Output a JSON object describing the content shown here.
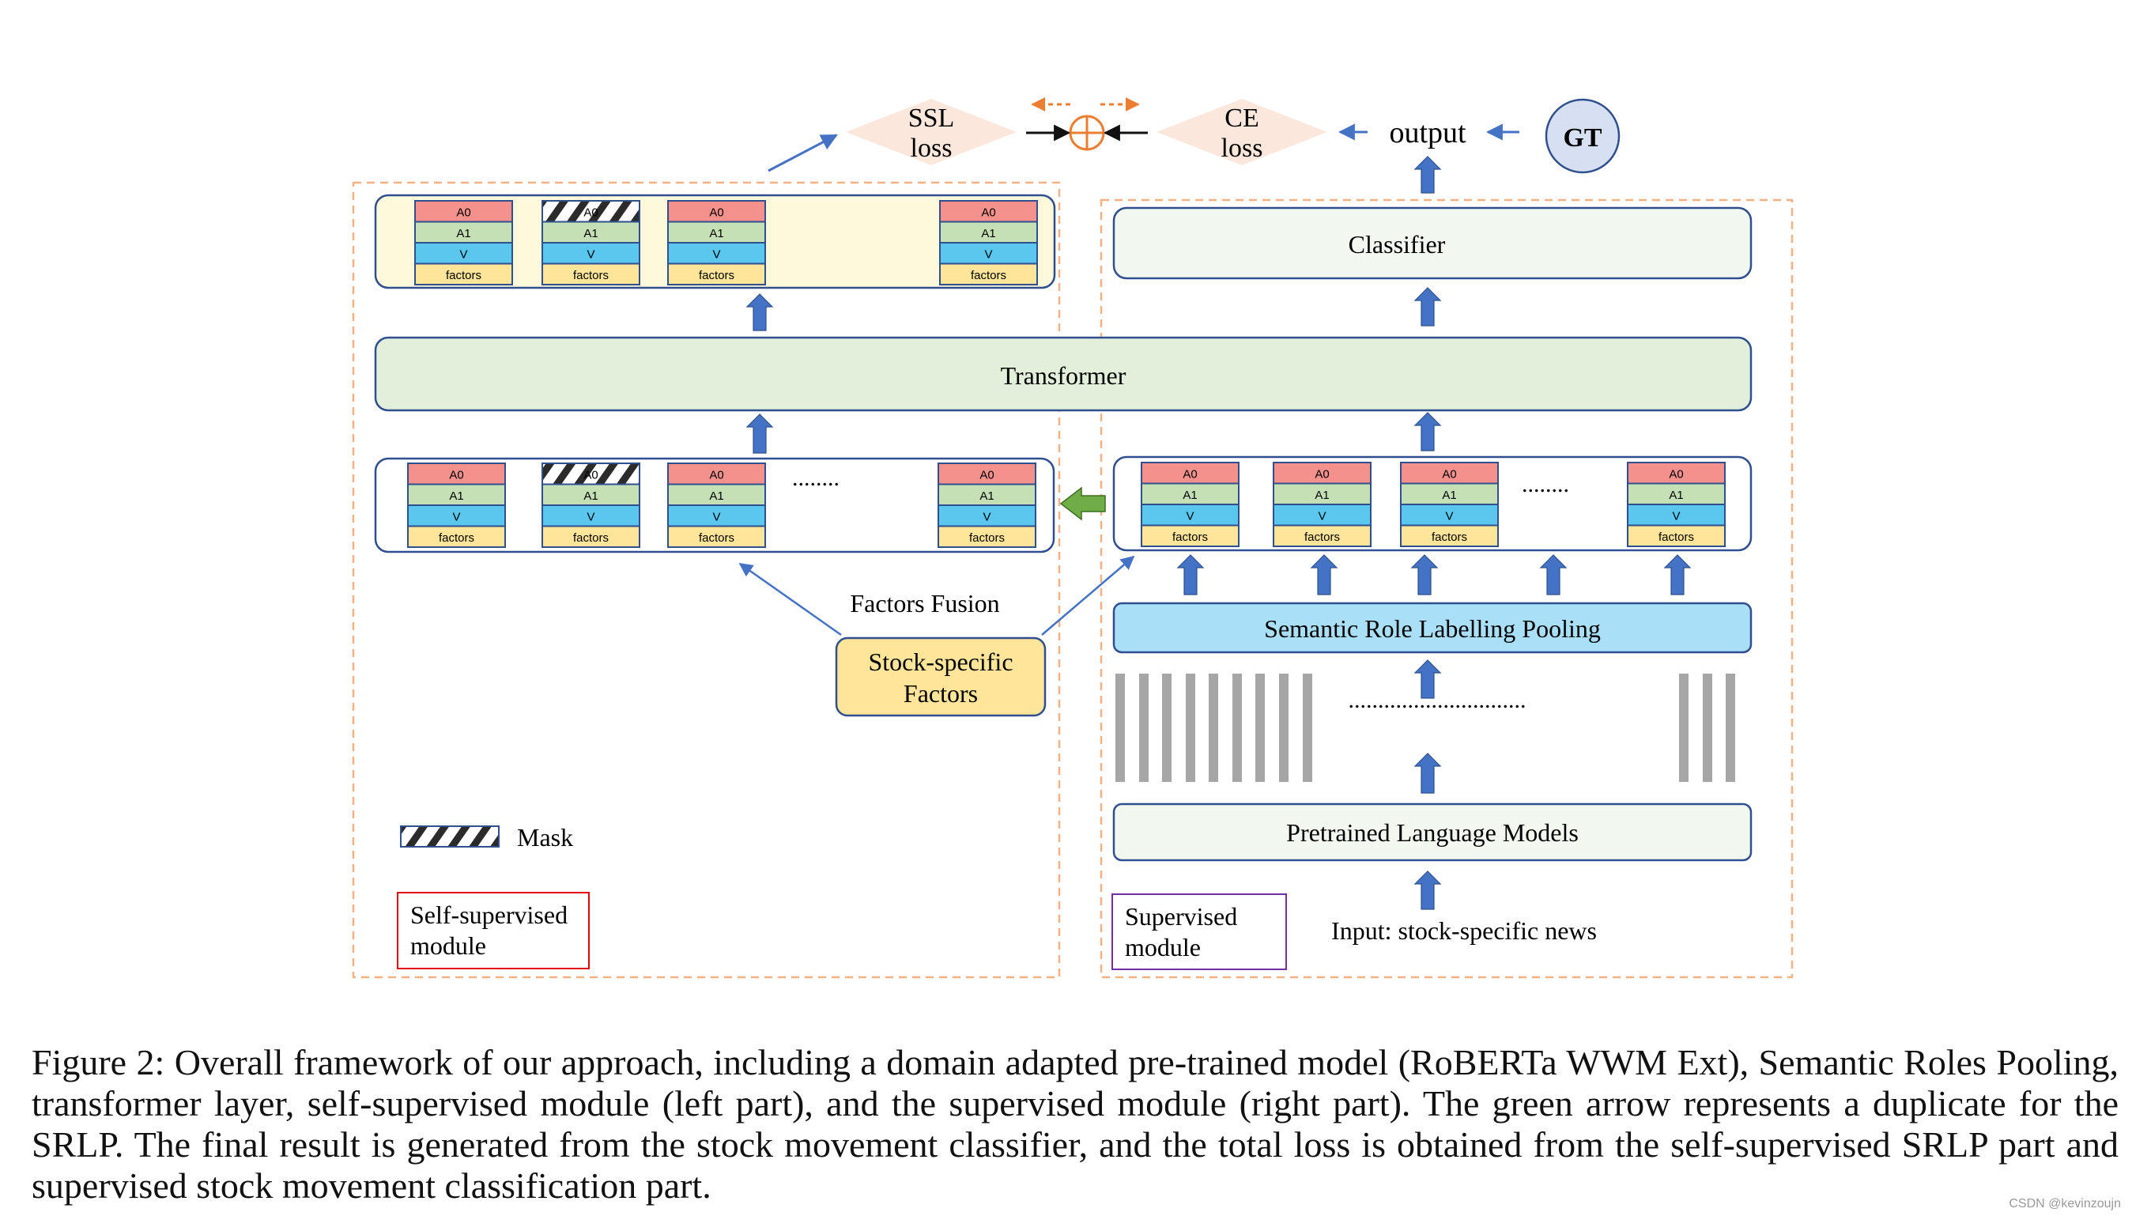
{
  "top": {
    "ssl_loss": [
      "SSL",
      "loss"
    ],
    "ce_loss": [
      "CE",
      "loss"
    ],
    "output": "output",
    "gt": "GT"
  },
  "token": {
    "a0": "A0",
    "a1": "A1",
    "v": "V",
    "factors": "factors"
  },
  "ellipsis": "........",
  "blocks": {
    "transformer": "Transformer",
    "classifier": "Classifier",
    "srl_pooling": "Semantic Role Labelling Pooling",
    "plm": "Pretrained Language Models",
    "stock_factors": [
      "Stock-specific",
      "Factors"
    ],
    "factors_fusion": "Factors Fusion",
    "input": "Input: stock-specific news",
    "mask": "Mask",
    "self_supervised": [
      "Self-supervised",
      "module"
    ],
    "supervised": [
      "Supervised",
      "module"
    ]
  },
  "colors": {
    "a0": "#f4918d",
    "a1": "#c5e0b4",
    "v": "#5bc6ee",
    "factors": "#fee599",
    "transformer": "#e2efda",
    "classifier": "#f2f8ef",
    "srl": "#aadff8",
    "stock_factors": "#fee599",
    "loss_diamond": "#fbe3d6",
    "gt_circle": "#d7e0f2",
    "arrow_blue": "#4472c4",
    "arrow_green": "#70ad47",
    "dashed_orange": "#f4b183",
    "self_sup_border": "#e00000",
    "sup_border": "#7030a0",
    "box_border": "#2f4f8f"
  },
  "caption": "Figure 2:   Overall framework of our approach, including a domain adapted pre-trained model (RoBERTa WWM Ext), Semantic Roles Pooling, transformer layer, self-supervised module (left part), and the supervised module (right part). The green arrow represents a duplicate for the SRLP. The final result is generated from the stock movement classifier, and the total loss is obtained from the self-supervised SRLP part and supervised stock movement classification part.",
  "watermark": "CSDN @kevinzoujn"
}
